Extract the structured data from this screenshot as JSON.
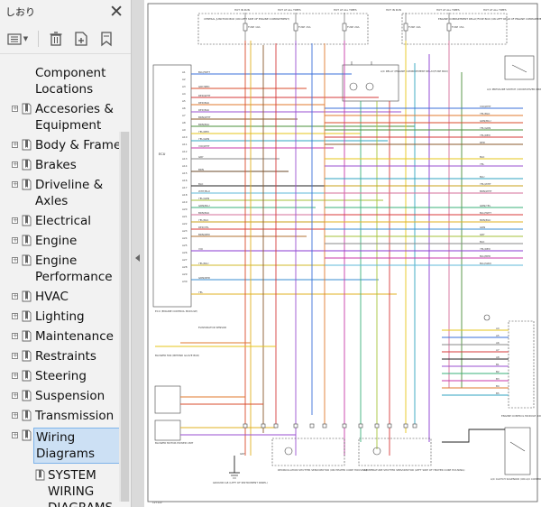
{
  "sidebar": {
    "title": "しおり",
    "items": [
      {
        "label": "Component Locations",
        "expandable": false
      },
      {
        "label": "Accesories & Equipment",
        "expandable": true
      },
      {
        "label": "Body & Frame",
        "expandable": true
      },
      {
        "label": "Brakes",
        "expandable": true
      },
      {
        "label": "Driveline & Axles",
        "expandable": true
      },
      {
        "label": "Electrical",
        "expandable": true
      },
      {
        "label": "Engine",
        "expandable": true
      },
      {
        "label": "Engine Performance",
        "expandable": true
      },
      {
        "label": "HVAC",
        "expandable": true
      },
      {
        "label": "Lighting",
        "expandable": true
      },
      {
        "label": "Maintenance",
        "expandable": true
      },
      {
        "label": "Restraints",
        "expandable": true
      },
      {
        "label": "Steering",
        "expandable": true
      },
      {
        "label": "Suspension",
        "expandable": true
      },
      {
        "label": "Transmission",
        "expandable": true
      },
      {
        "label": "Wiring Diagrams",
        "expandable": true,
        "selected": true
      },
      {
        "label": "SYSTEM WIRING DIAGRAMS",
        "expandable": false,
        "child": true
      }
    ]
  },
  "diagram": {
    "top_notes": [
      {
        "id": "n1",
        "text": "HOT IN RUN"
      },
      {
        "id": "n2",
        "text": "HOT AT ALL TIMES"
      },
      {
        "id": "n3",
        "text": "HOT AT ALL TIMES"
      },
      {
        "id": "n4",
        "text": "HOT IN RUN"
      },
      {
        "id": "n5",
        "text": "HOT AT ALL TIMES"
      },
      {
        "id": "n6",
        "text": "HOT AT ALL TIMES"
      }
    ],
    "fuse_labels": [
      "FUSE 10A",
      "FUSE 15A",
      "FUSE 20A",
      "FUSE 10A",
      "FUSE 15A"
    ],
    "box_labels": {
      "junction": "CENTRAL JUNCTION BOX (ON LEFT SIDE OF ENGINE COMPARTMENT)",
      "engine_comp": "ENGINE COMPARTMENT RELAY/FUSE BOX (ON LEFT REAR OF ENGINE COMPARTMENT)",
      "relay": "A/C RELAY (ENGINE COMPARTMENT RELAY/FUSE BOX)",
      "ecm": "ECU (ENGINE CONTROL MODULE)",
      "pressure": "A/C PRESSURE SWITCH (ON RECEIVER DRIER)",
      "module_right": "ENGINE CONTROL MODULE (ON RIGHT FRONT INNER FENDER)",
      "blower": "BLOWER FAN (BEHIND GLOVE BOX)",
      "blower_motor": "BLOWER MOTOR POWER UNIT",
      "recirc": "RECIRCULATION SHUTTER SERVOMOTOR (ON HEATER CORE HOUSING)",
      "temp": "TEMPERATURE SHUTTER SERVOMOTOR (LEFT SIDE OF HEATER CORE HOUSING)",
      "ac_clutch": "A/C CLUTCH SOLENOID (ON A/C COMPRESSOR)",
      "ground": "GROUND G8 (LEFT OF INSTRUMENT PANEL)",
      "evap": "EVAPORATOR SENSOR",
      "fig": "127122"
    },
    "pin_labels_left": [
      "A1",
      "A2",
      "A3",
      "A4",
      "A5",
      "A6",
      "A7",
      "A8",
      "A9",
      "A10",
      "A11",
      "A12",
      "A13",
      "A14",
      "A15",
      "A16",
      "A17",
      "A18",
      "A19",
      "A20",
      "A21",
      "A22",
      "A23",
      "A24",
      "A25",
      "A26",
      "A27",
      "A28",
      "A29",
      "A30"
    ],
    "wire_colors_left": [
      "BLU/WHT",
      "GRY/RED",
      "RED/WHT",
      "RED/BLU",
      "RED/BLK",
      "BRN/WHT",
      "BRN/BLU",
      "YEL/RED",
      "YEL/GRN",
      "VIO/WHT",
      "GRY",
      "BRN",
      "BLK",
      "WHT/BLU",
      "YEL/GRN",
      "GRN/BLU",
      "BRN/BLK",
      "YEL/BLK",
      "RED/YEL",
      "BRN/RED",
      "VIO",
      "YEL/BLU",
      "GRN/RED",
      "YEL"
    ],
    "wire_colors_right": [
      "VIO/WHT",
      "YEL/BLK",
      "GRN/BLU",
      "YEL/GRN",
      "YEL/RED",
      "RED",
      "BLK",
      "YEL",
      "BLU",
      "YEL/WHT",
      "BRN/WHT",
      "GRN/YEL",
      "BLU/WHT",
      "BRN/BLU",
      "GRN",
      "GRY",
      "BLK",
      "YEL/RED",
      "BLU/RED",
      "BLU/GRN"
    ],
    "pin_labels_right": [
      "A4",
      "A5",
      "A6",
      "A7",
      "A8",
      "B1",
      "B2",
      "B3",
      "B4",
      "B5"
    ],
    "chassis_note": "GRY"
  }
}
